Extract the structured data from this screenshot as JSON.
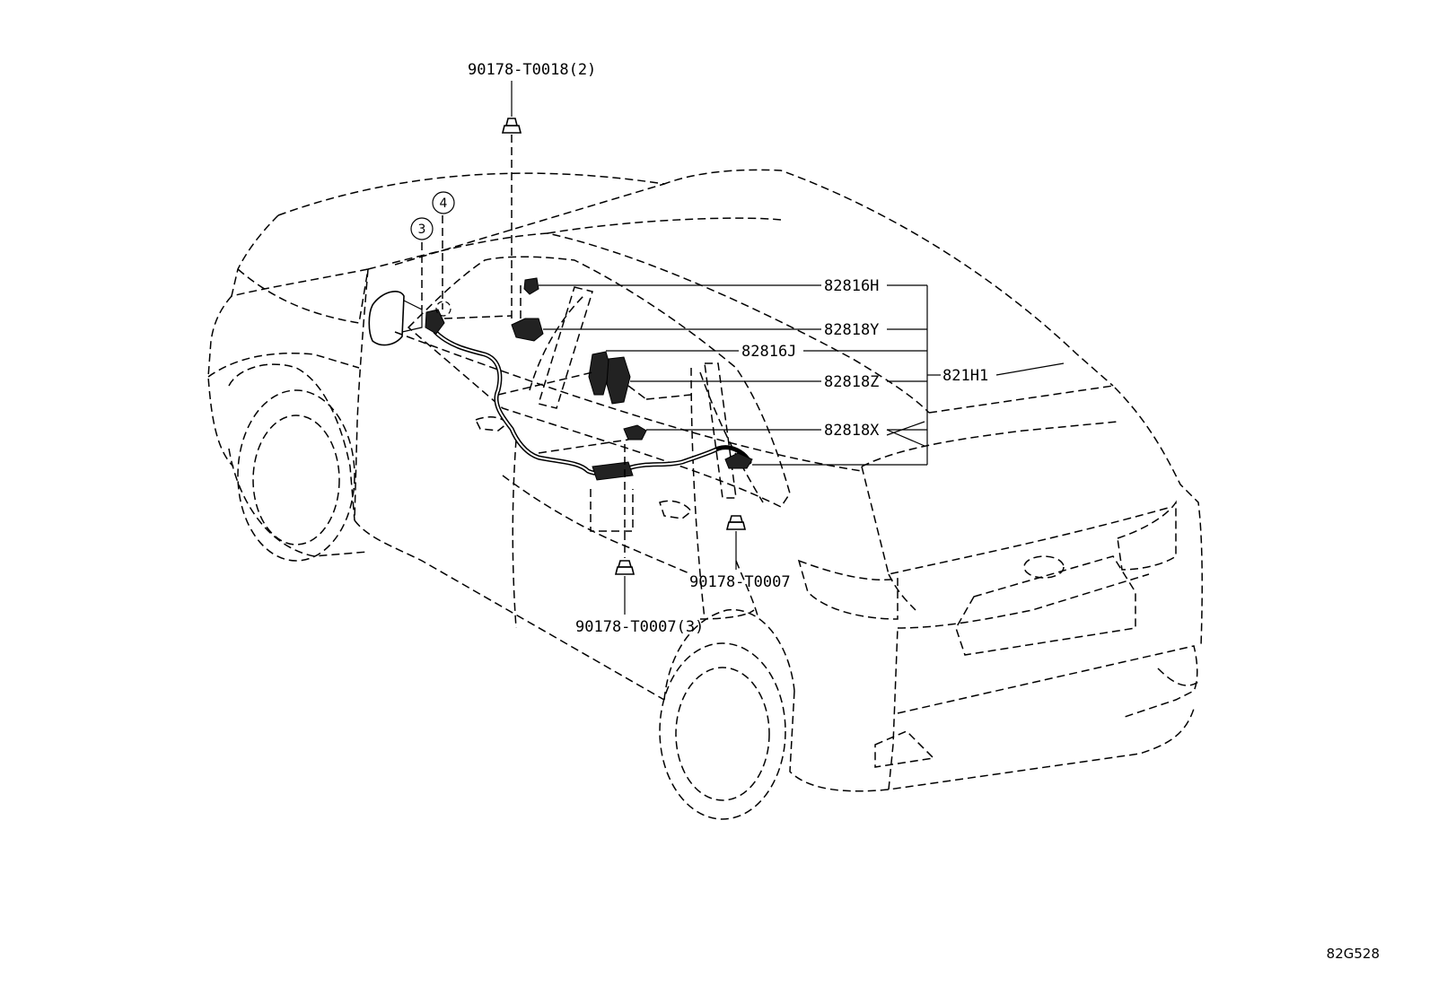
{
  "diagram": {
    "drawing_code": "82G528",
    "part_labels": {
      "clip_top": "90178-T0018(2)",
      "p_82816H": "82816H",
      "p_82818Y": "82818Y",
      "p_82816J": "82816J",
      "p_82818Z": "82818Z",
      "p_82818X": "82818X",
      "p_821H1": "821H1",
      "clip_single": "90178-T0007",
      "clip_triple": "90178-T0007(3)"
    },
    "callouts": {
      "c3": "3",
      "c4": "4"
    }
  }
}
